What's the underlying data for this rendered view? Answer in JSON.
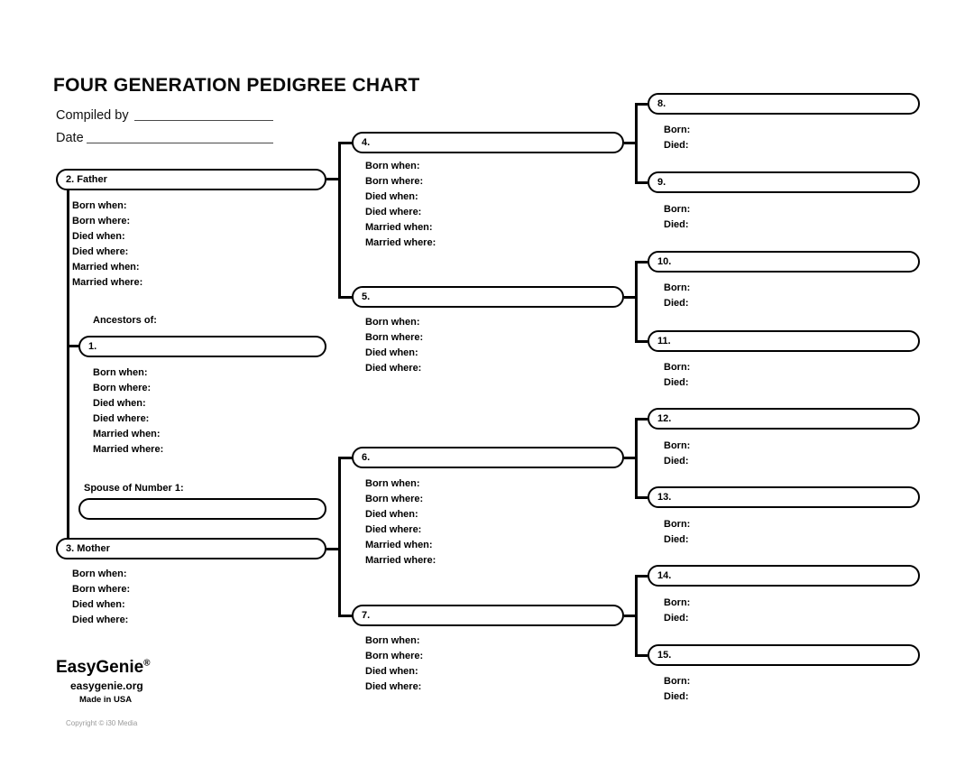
{
  "title": "FOUR GENERATION PEDIGREE CHART",
  "header": {
    "compiled_by_label": "Compiled by",
    "date_label": "Date"
  },
  "labels": {
    "ancestors_of": "Ancestors of:",
    "spouse_of_number_1": "Spouse of Number 1:"
  },
  "fields": {
    "born_when": "Born when:",
    "born_where": "Born where:",
    "died_when": "Died when:",
    "died_where": "Died where:",
    "married_when": "Married when:",
    "married_where": "Married where:",
    "born": "Born:",
    "died": "Died:"
  },
  "persons": {
    "p1": "1.",
    "p2": "2. Father",
    "p3": "3. Mother",
    "p4": "4.",
    "p5": "5.",
    "p6": "6.",
    "p7": "7.",
    "p8": "8.",
    "p9": "9.",
    "p10": "10.",
    "p11": "11.",
    "p12": "12.",
    "p13": "13.",
    "p14": "14.",
    "p15": "15."
  },
  "footer": {
    "brand": "EasyGenie",
    "registered_mark": "®",
    "website": "easygenie.org",
    "made_in": "Made in USA",
    "copyright": "Copyright © i30 Media"
  },
  "colors": {
    "ink": "#000000",
    "blank_line": "#4a4a4a",
    "muted": "#9a9a9a",
    "background": "#ffffff"
  }
}
